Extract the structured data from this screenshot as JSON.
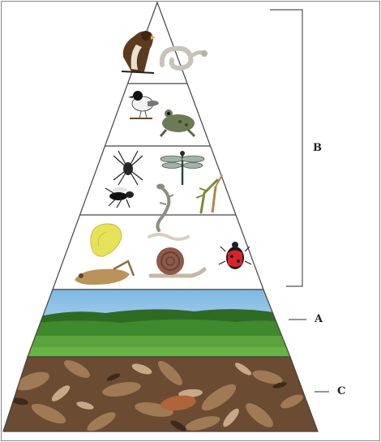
{
  "diagram": {
    "labels": {
      "a": "A",
      "b": "B",
      "c": "C"
    },
    "levels": [
      {
        "name": "apex-predators",
        "organisms": [
          "hawk-icon",
          "snake-icon"
        ]
      },
      {
        "name": "secondary-consumers",
        "organisms": [
          "bird-icon",
          "frog-icon"
        ]
      },
      {
        "name": "primary-predators",
        "organisms": [
          "spider-icon",
          "dragonfly-icon",
          "wasp-icon",
          "lizard-icon",
          "mantis-icon"
        ]
      },
      {
        "name": "herbivores",
        "organisms": [
          "butterfly-icon",
          "grasshopper-icon",
          "worm-icon",
          "snail-icon",
          "beetle-icon"
        ]
      },
      {
        "name": "producers",
        "organisms": [
          "grassland-image"
        ]
      },
      {
        "name": "decomposer-layer",
        "organisms": [
          "leaf-litter-image"
        ]
      }
    ],
    "colors": {
      "outline": "#444444",
      "sky": "#8ec3e6",
      "trees": "#3d7a2a",
      "grass": "#5aa33a",
      "litter": "#7a5a3c"
    }
  }
}
